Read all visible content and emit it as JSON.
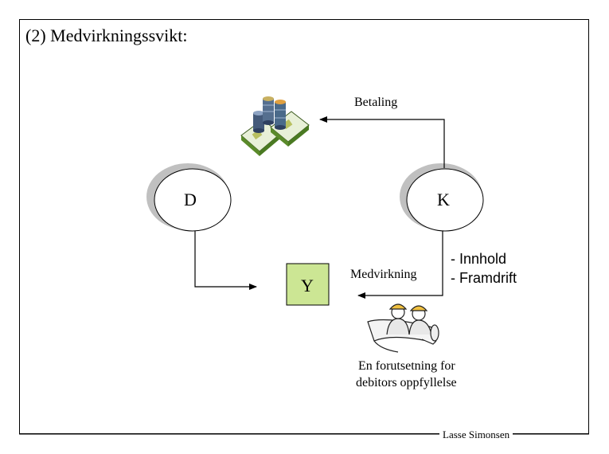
{
  "slide": {
    "title": "(2) Medvirkningssvikt:",
    "footer": "Lasse Simonsen"
  },
  "diagram": {
    "nodes": {
      "debtor": "D",
      "creditor": "K",
      "third_party": "Y"
    },
    "labels": {
      "payment": "Betaling",
      "cooperation": "Medvirkning",
      "content": "- Innhold",
      "progress": "- Framdrift",
      "precondition_line1": "En forutsetning for",
      "precondition_line2": "debitors oppfyllelse"
    },
    "colors": {
      "node_y_fill": "#cce694",
      "circle_shadow": "#c0c0c0"
    },
    "icons": [
      "money-stack-icon",
      "construction-workers-icon"
    ]
  }
}
